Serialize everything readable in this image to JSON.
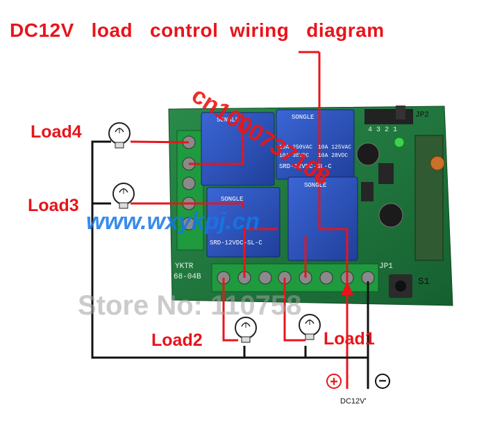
{
  "title": "DC12V   load   control  wiring   diagram",
  "loads": {
    "load4": "Load4",
    "load3": "Load3",
    "load2": "Load2",
    "load1": "Load1"
  },
  "supply": {
    "label": "DC12V'",
    "plus": "+",
    "minus": "−"
  },
  "board": {
    "model_line1": "YKTR",
    "model_line2": "68-04B",
    "jp1": "JP1",
    "jp2": "JP2",
    "s1": "S1",
    "relay_brand": "SONGLE",
    "relay_model": "SRD-12VDC-SL-C",
    "relay_rating1": "10A 250VAC",
    "relay_rating2": "10A 125VAC",
    "relay_rating3": "10A 30VDC",
    "relay_rating4": "10A 28VDC",
    "header_pins": "4 3 2 1"
  },
  "watermarks": {
    "store": "Store No: 110758",
    "site": "www.wxykpj.cn",
    "qq": "cn1000737108"
  },
  "colors": {
    "wire_hot": "#e8141b",
    "wire_neutral": "#111111",
    "board": "#1f7a3c",
    "relay": "#2a4fb8",
    "terminal": "#1f9a3e"
  }
}
